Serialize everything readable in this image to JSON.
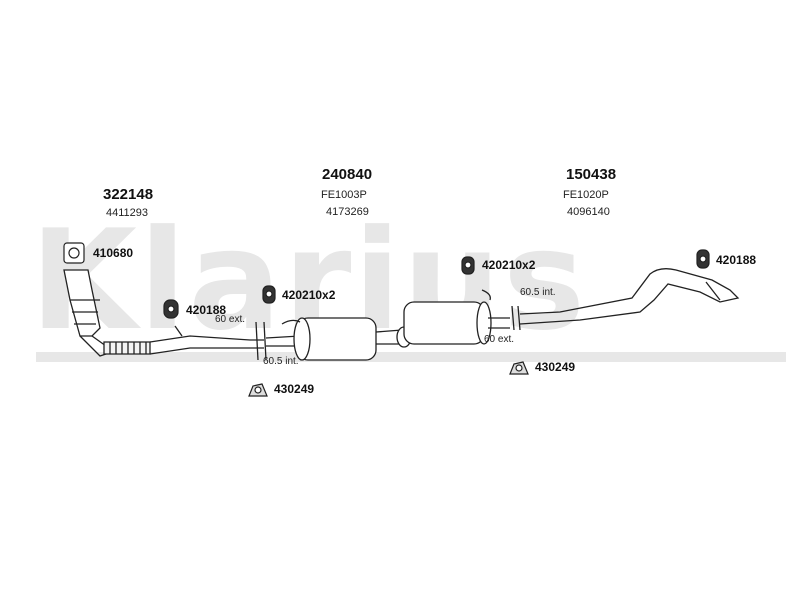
{
  "watermark": {
    "text": "Klarius"
  },
  "sections": [
    {
      "part": "322148",
      "ref": "4411293"
    },
    {
      "part": "240840",
      "code": "FE1003P",
      "ref": "4173269"
    },
    {
      "part": "150438",
      "code": "FE1020P",
      "ref": "4096140"
    }
  ],
  "fittings": {
    "gasket": "410680",
    "hanger_left": "420188",
    "hanger_mid": "420210x2",
    "hanger_center": "420210x2",
    "hanger_right": "420188",
    "clamp_left": "430249",
    "clamp_right": "430249"
  },
  "joints": {
    "left_ext": "60 ext.",
    "left_int": "60.5 int.",
    "right_int": "60.5 int.",
    "right_ext": "60 ext."
  }
}
